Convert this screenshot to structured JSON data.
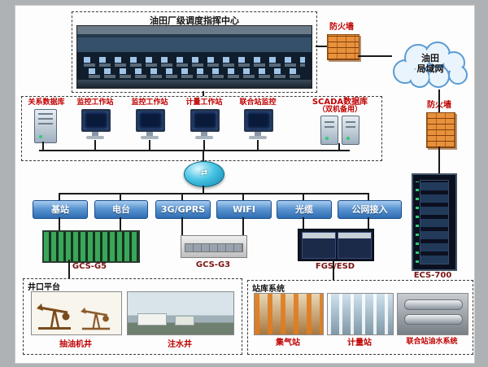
{
  "command_center": {
    "title": "油田厂级调度指挥中心"
  },
  "firewall_top": {
    "label": "防火墙"
  },
  "firewall_right": {
    "label": "防火墙"
  },
  "cloud": {
    "line1": "油田",
    "line2": "局域网"
  },
  "workstations": {
    "database": {
      "label": "关系数据库"
    },
    "monitors": [
      {
        "label": "监控工作站"
      },
      {
        "label": "监控工作站"
      },
      {
        "label": "计量工作站"
      },
      {
        "label": "联合站监控"
      }
    ],
    "scada": {
      "label": "SCADA数据库",
      "sublabel": "（双机备用）"
    }
  },
  "network": {
    "buttons": [
      {
        "label": "基站"
      },
      {
        "label": "电台"
      },
      {
        "label": "3G/GPRS"
      },
      {
        "label": "WIFI"
      },
      {
        "label": "光缆"
      },
      {
        "label": "公网接入"
      }
    ]
  },
  "equipment": [
    {
      "label": "GCS-G5"
    },
    {
      "label": "GCS-G3"
    },
    {
      "label": "FGS/ESD"
    },
    {
      "label": "ECS-700"
    }
  ],
  "wellhead": {
    "title": "井口平台",
    "items": [
      {
        "label": "抽油机井"
      },
      {
        "label": "注水井"
      }
    ]
  },
  "stations": {
    "title": "站库系统",
    "items": [
      {
        "label": "集气站"
      },
      {
        "label": "计量站"
      },
      {
        "label": "联合站油水系统"
      }
    ]
  },
  "colors": {
    "accent_red": "#c00000",
    "button_blue": "#2e6db4",
    "firewall_orange": "#e8913c",
    "router_cyan": "#49c4e4"
  }
}
